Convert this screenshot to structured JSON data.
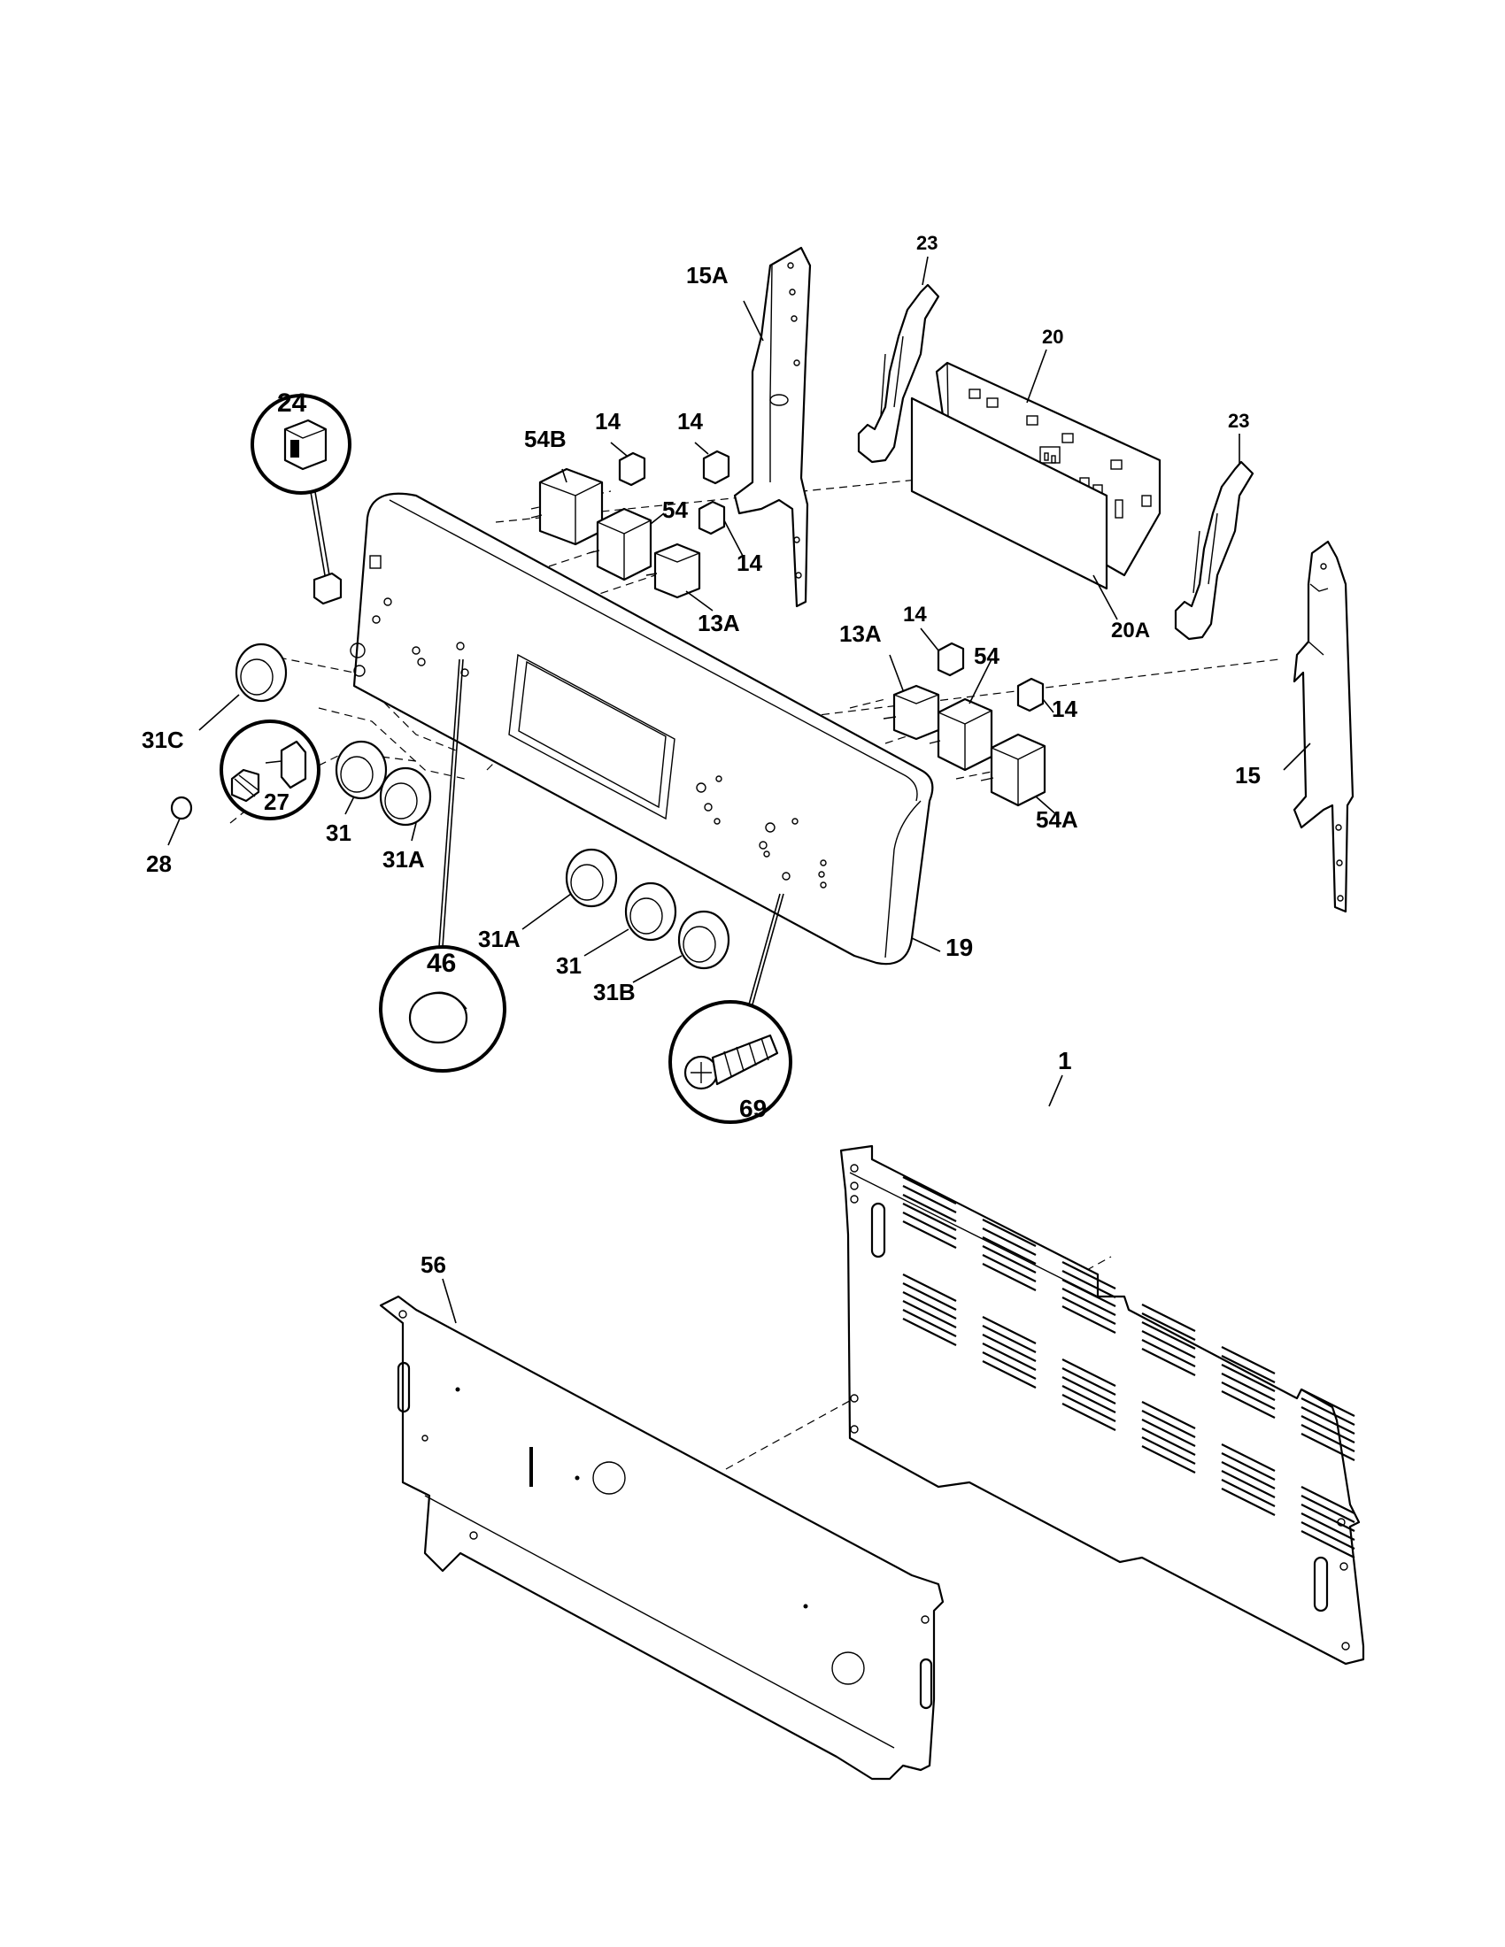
{
  "labels": {
    "p1": "1",
    "p13A_left": "13A",
    "p13A_right": "13A",
    "p14_a": "14",
    "p14_b": "14",
    "p14_c": "14",
    "p14_d": "14",
    "p14_e": "14",
    "p15": "15",
    "p15A": "15A",
    "p19": "19",
    "p20": "20",
    "p20A": "20A",
    "p23_left": "23",
    "p23_right": "23",
    "p24": "24",
    "p27": "27",
    "p28": "28",
    "p31_left": "31",
    "p31_center": "31",
    "p31A_left": "31A",
    "p31A_center": "31A",
    "p31B": "31B",
    "p31C": "31C",
    "p46": "46",
    "p54_left": "54",
    "p54_right": "54",
    "p54A": "54A",
    "p54B": "54B",
    "p56": "56",
    "p69": "69"
  }
}
